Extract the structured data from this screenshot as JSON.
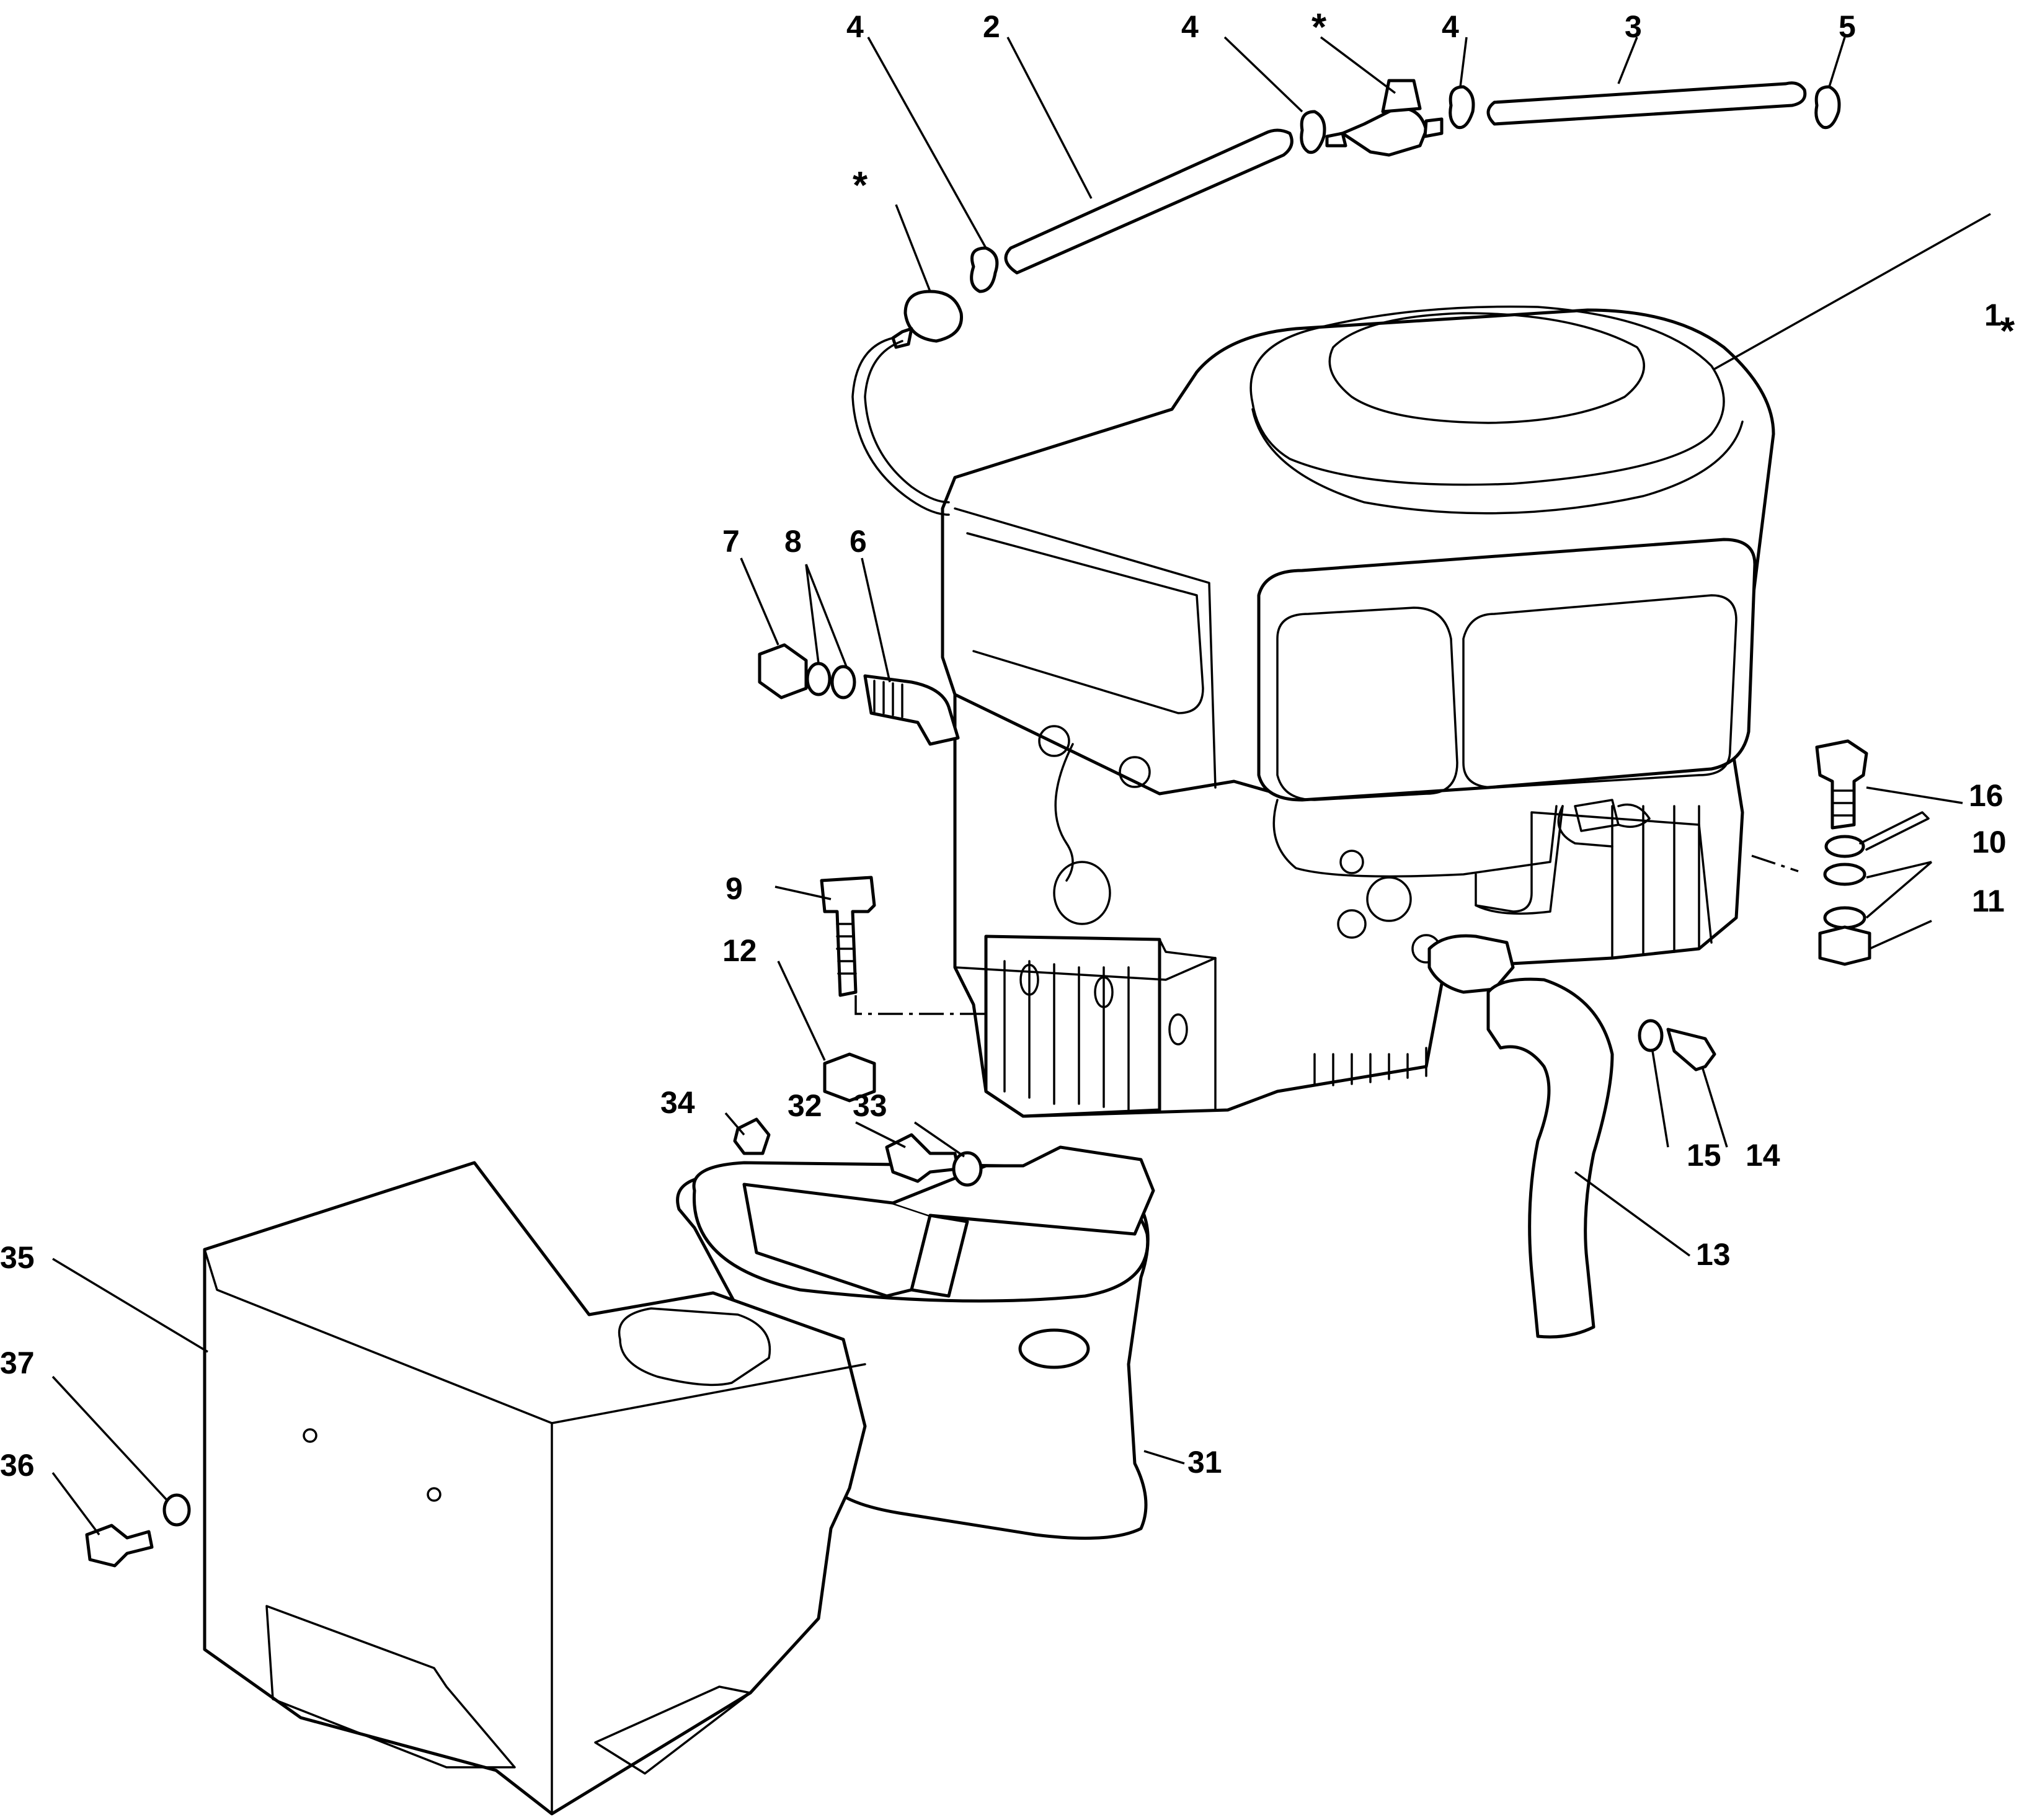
{
  "callouts": {
    "c1": "1",
    "c1_star": "*",
    "c2": "2",
    "c3": "3",
    "c4a": "4",
    "c4b": "4",
    "c4c": "4",
    "c5": "5",
    "star_a": "*",
    "star_b": "*",
    "c6": "6",
    "c7": "7",
    "c8": "8",
    "c9": "9",
    "c10": "10",
    "c11": "11",
    "c12": "12",
    "c13": "13",
    "c14": "14",
    "c15": "15",
    "c16": "16",
    "c31": "31",
    "c32": "32",
    "c33": "33",
    "c34": "34",
    "c35": "35",
    "c36": "36",
    "c37": "37"
  }
}
